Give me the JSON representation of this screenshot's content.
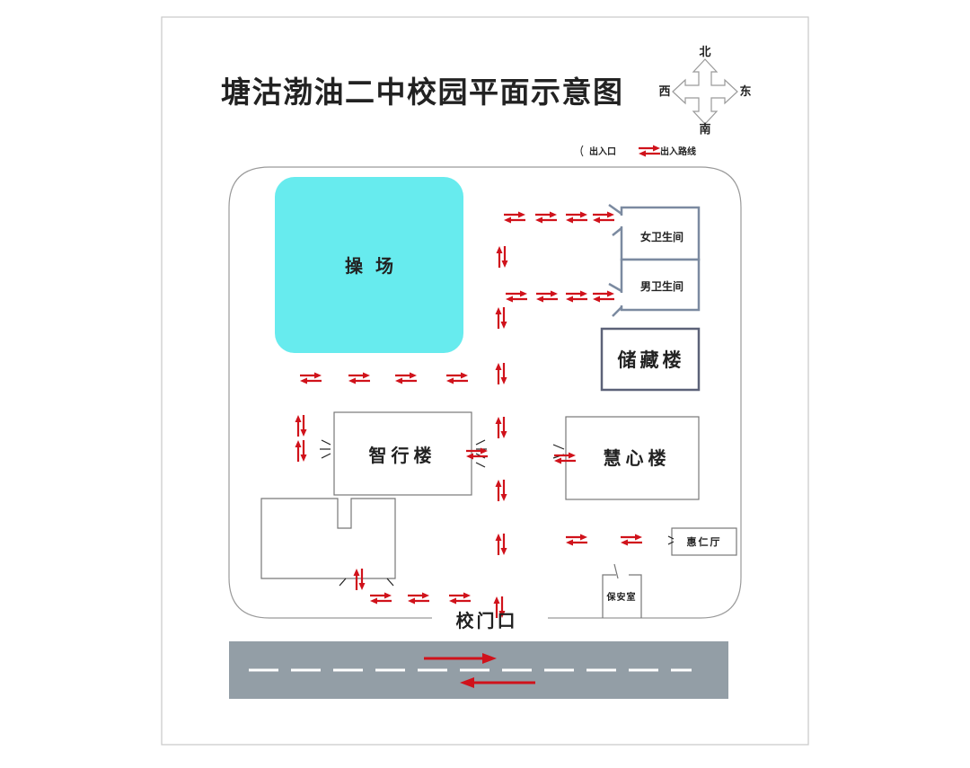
{
  "title": "塘沽渤油二中校园平面示意图",
  "compass": {
    "north": "北",
    "south": "南",
    "east": "东",
    "west": "西"
  },
  "legend": {
    "entrance": "出入口",
    "route": "出入路线"
  },
  "places": {
    "playground": "操  场",
    "womens_restroom": "女卫生间",
    "mens_restroom": "男卫生间",
    "storage_building": "储藏楼",
    "zhixing_building": "智行楼",
    "huixin_building": "慧心楼",
    "huiren_hall": "惠仁厅",
    "security_room": "保安室",
    "school_gate": "校门口"
  },
  "colors": {
    "playground_fill": "#67ebee",
    "route_arrow": "#d0121b",
    "road": "#939ea6",
    "building_outline": "#777777",
    "restroom_outline": "#7b8aa0",
    "storage_outline": "#5c6278"
  }
}
